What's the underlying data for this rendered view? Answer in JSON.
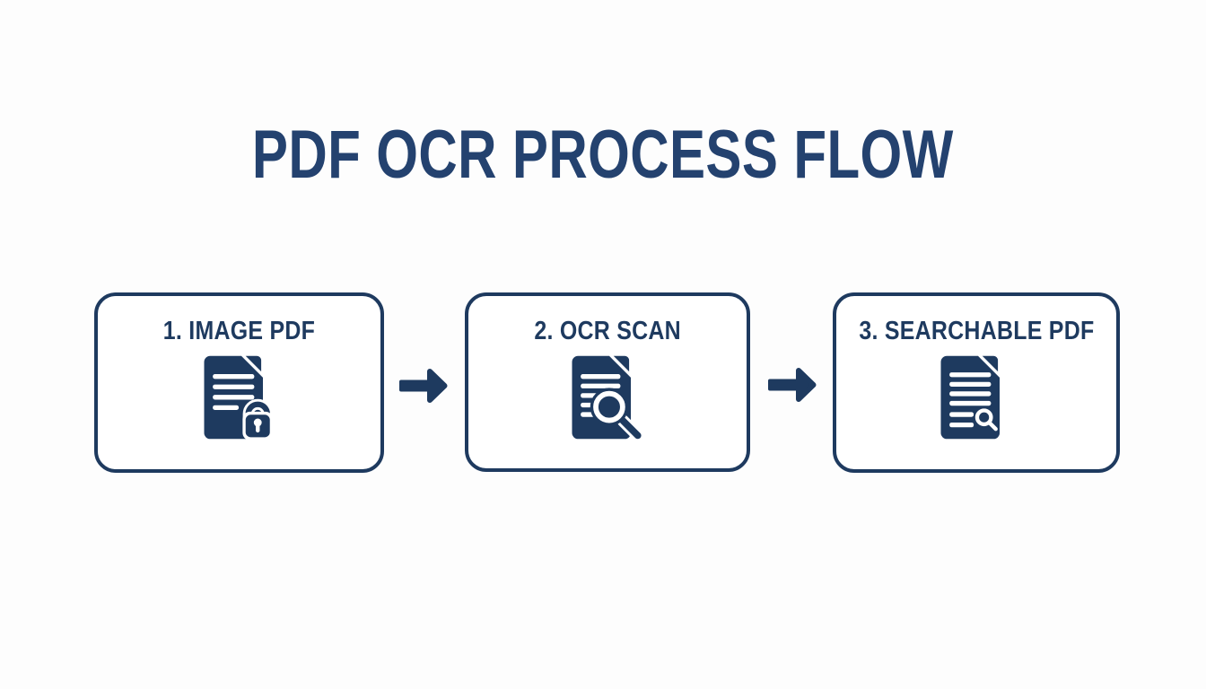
{
  "title": "PDF OCR PROCESS FLOW",
  "colors": {
    "navy": "#1e3a5f",
    "title_text": "#24426f",
    "background": "#fdfdfd",
    "box_fill": "#ffffff"
  },
  "steps": [
    {
      "label": "1. IMAGE PDF",
      "icon": "document-lock-icon"
    },
    {
      "label": "2. OCR SCAN",
      "icon": "document-magnifier-icon"
    },
    {
      "label": "3. SEARCHABLE PDF",
      "icon": "document-search-icon"
    }
  ],
  "arrows": [
    "right-arrow-icon",
    "right-arrow-icon"
  ]
}
